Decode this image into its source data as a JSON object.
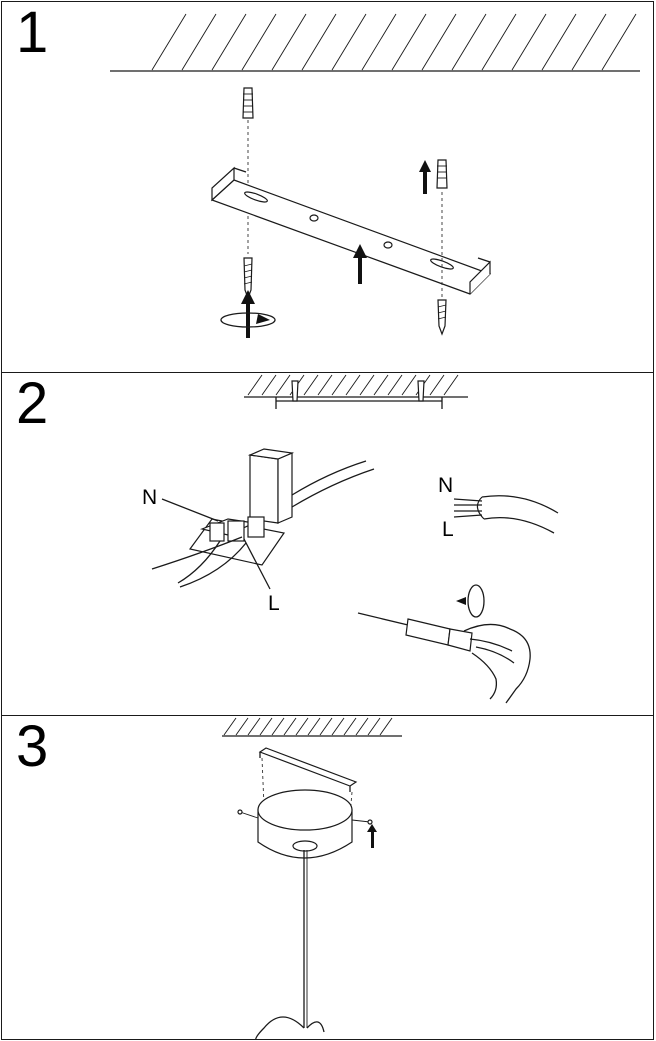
{
  "steps": [
    {
      "number": "1"
    },
    {
      "number": "2",
      "wire_labels": {
        "neutral": "N",
        "live": "L",
        "cable_neutral": "N",
        "cable_live": "L"
      }
    },
    {
      "number": "3"
    }
  ],
  "icons": {
    "ceiling": "hatched-ceiling-icon",
    "bracket": "mounting-bracket-icon",
    "plug": "wall-plug-icon",
    "screw": "screw-icon",
    "arrow": "up-arrow-icon",
    "rotate": "rotate-icon",
    "terminal": "terminal-block-icon",
    "cable": "cable-icon",
    "screwdriver": "screwdriver-icon",
    "hand": "hand-icon",
    "canopy": "ceiling-canopy-icon"
  }
}
